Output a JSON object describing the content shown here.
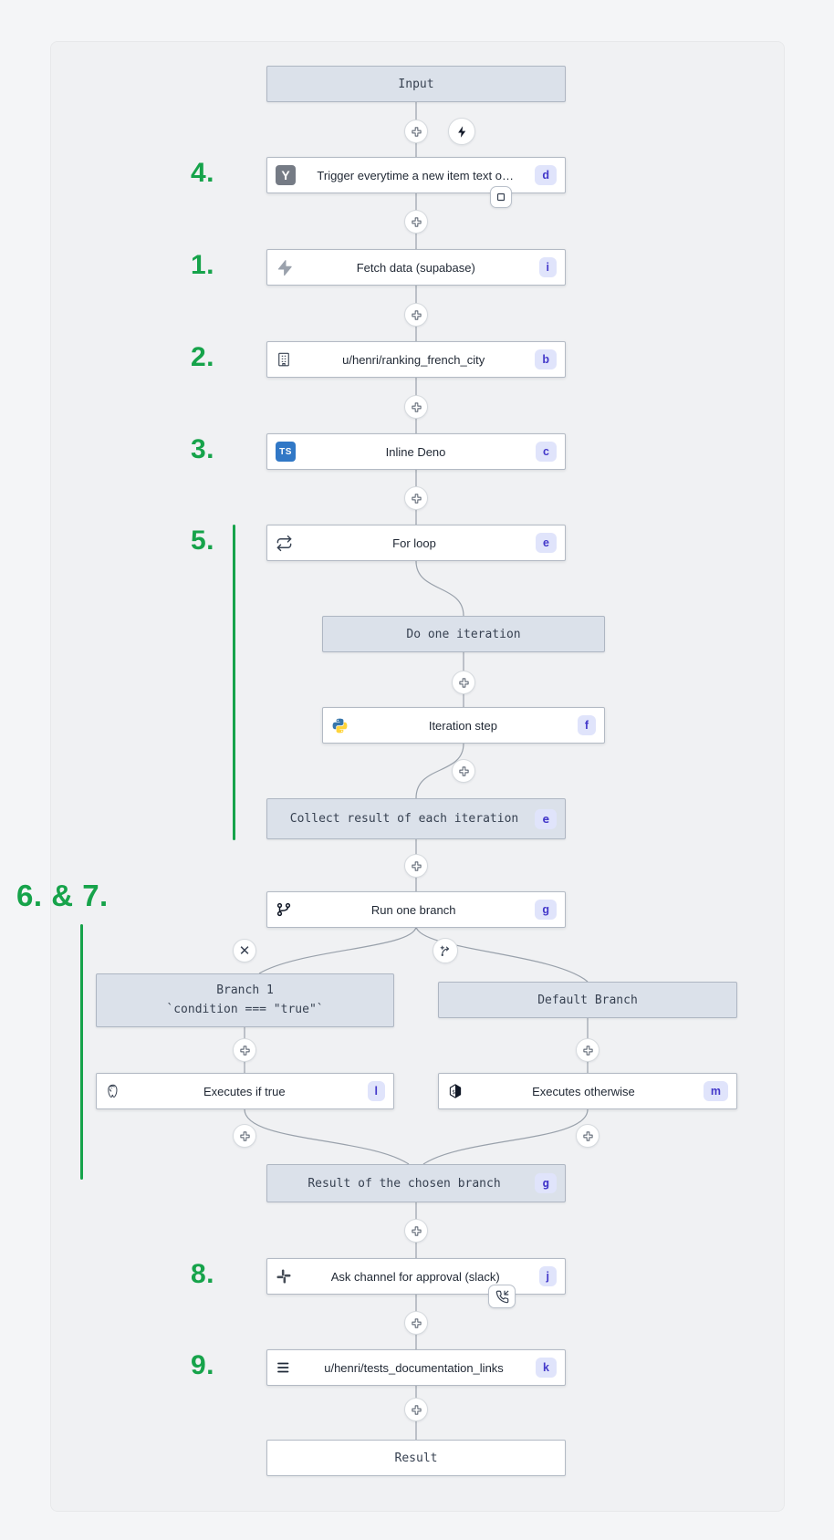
{
  "colors": {
    "annotation_green": "#16a34a",
    "badge_bg": "#e0e4fb",
    "badge_text": "#4338ca",
    "virtual_node_bg": "#dbe1ea",
    "node_bg": "#ffffff",
    "connector": "#99a1ab",
    "background": "#f4f5f7"
  },
  "annotations": {
    "step4": "4.",
    "step1": "1.",
    "step2": "2.",
    "step3": "3.",
    "step5": "5.",
    "step6_7": "6. & 7.",
    "step8": "8.",
    "step9": "9."
  },
  "nodes": {
    "input": {
      "label": "Input"
    },
    "trigger": {
      "label": "Trigger everytime a new item text o…",
      "badge": "d",
      "icon": "hackernews-y-icon",
      "icon_text": "Y"
    },
    "fetch_data": {
      "label": "Fetch data (supabase)",
      "badge": "i",
      "icon": "supabase-bolt-icon"
    },
    "ranking_french_city": {
      "label": "u/henri/ranking_french_city",
      "badge": "b",
      "icon": "building-icon"
    },
    "inline_deno": {
      "label": "Inline Deno",
      "badge": "c",
      "icon": "typescript-icon",
      "icon_text": "TS"
    },
    "for_loop": {
      "label": "For loop",
      "badge": "e",
      "icon": "repeat-icon"
    },
    "do_one_iteration": {
      "label": "Do one iteration"
    },
    "iteration_step": {
      "label": "Iteration step",
      "badge": "f",
      "icon": "python-icon"
    },
    "collect_result": {
      "label": "Collect result of each iteration",
      "badge": "e"
    },
    "run_one_branch": {
      "label": "Run one branch",
      "badge": "g",
      "icon": "git-branch-icon"
    },
    "branch_1": {
      "title": "Branch 1",
      "condition_line": "`condition === \"true\"`"
    },
    "default_branch": {
      "label": "Default Branch"
    },
    "executes_if_true": {
      "label": "Executes if true",
      "badge": "l",
      "icon": "postgresql-icon"
    },
    "executes_otherwise": {
      "label": "Executes otherwise",
      "badge": "m",
      "icon": "shell-dollar-icon"
    },
    "result_chosen_branch": {
      "label": "Result of the chosen branch",
      "badge": "g"
    },
    "ask_approval": {
      "label": "Ask channel for approval (slack)",
      "badge": "j",
      "icon": "slack-icon"
    },
    "tests_documentation_links": {
      "label": "u/henri/tests_documentation_links",
      "badge": "k",
      "icon": "menu-lines-icon"
    },
    "result": {
      "label": "Result"
    }
  }
}
